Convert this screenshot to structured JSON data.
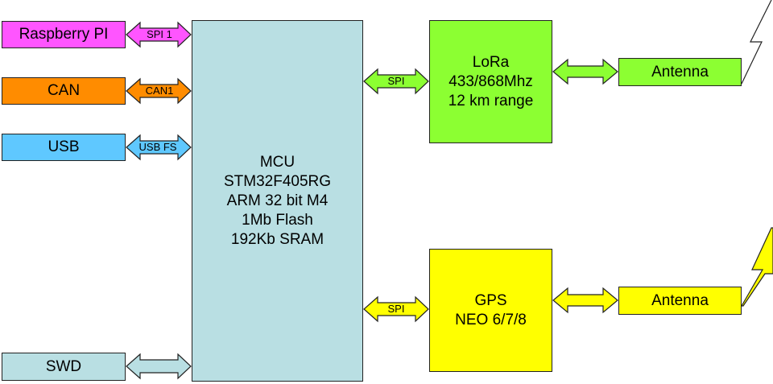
{
  "colors": {
    "raspberry": "#ff55ff",
    "can": "#ff8c00",
    "usb": "#5fc8ff",
    "swd": "#b9dfe3",
    "mcu": "#b9dfe3",
    "lora": "#8cff32",
    "gps": "#ffff00",
    "antenna_lora": "#8cff32",
    "antenna_gps": "#ffff00",
    "outline": "#222222"
  },
  "left_blocks": {
    "raspberry": "Raspberry PI",
    "can": "CAN",
    "usb": "USB",
    "swd": "SWD"
  },
  "mcu": {
    "lines": "MCU\nSTM32F405RG\nARM 32 bit M4\n1Mb Flash\n192Kb SRAM"
  },
  "lora": {
    "lines": "LoRa\n433/868Mhz\n12 km range"
  },
  "gps": {
    "lines": "GPS\nNEO 6/7/8"
  },
  "antennas": {
    "top": "Antenna",
    "bottom": "Antenna"
  },
  "links": {
    "raspberry_mcu": "SPI 1",
    "can_mcu": "CAN1",
    "usb_mcu": "USB FS",
    "swd_mcu": "",
    "mcu_lora": "SPI",
    "mcu_gps": "SPI",
    "lora_antenna": "",
    "gps_antenna": ""
  }
}
